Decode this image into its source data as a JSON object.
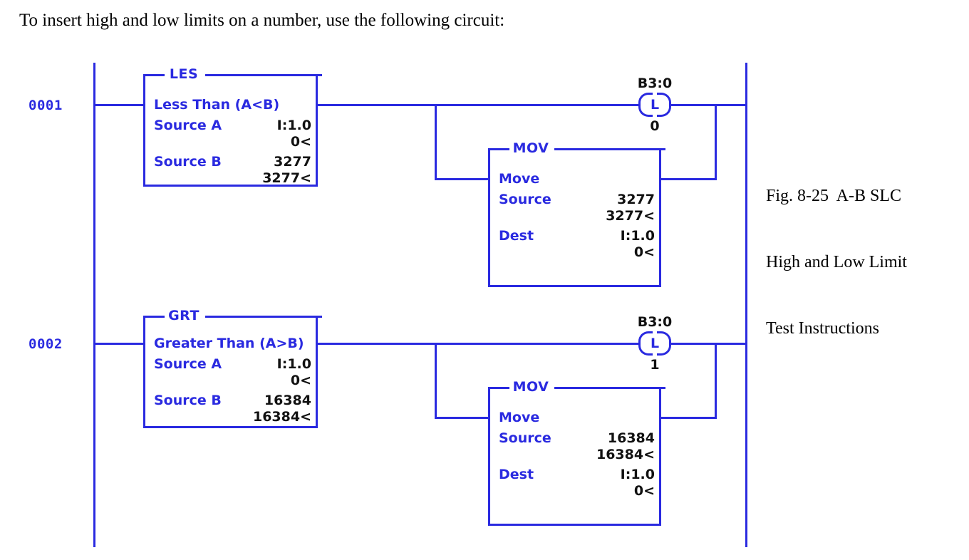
{
  "intro": {
    "text": "To insert high and low limits on a number, use the following circuit:"
  },
  "caption": {
    "line1": "Fig. 8-25  A-B SLC",
    "line2": "High and Low Limit",
    "line3": "Test Instructions"
  },
  "colors": {
    "ladder_blue": "#2a2ae0",
    "value_black": "#111111",
    "text_black": "#000000",
    "background": "#ffffff"
  },
  "ladder": {
    "rungs": [
      {
        "number": "0001",
        "compare": {
          "mnemonic": "LES",
          "description": "Less Than (A<B)",
          "operands": [
            {
              "label": "Source A",
              "value": "I:1.0",
              "live": "0<"
            },
            {
              "label": "Source B",
              "value": "3277",
              "live": "3277<"
            }
          ]
        },
        "branch": {
          "mnemonic": "MOV",
          "description": "Move",
          "operands": [
            {
              "label": "Source",
              "value": "3277",
              "live": "3277<"
            },
            {
              "label": "Dest",
              "value": "I:1.0",
              "live": "0<"
            }
          ]
        },
        "coil": {
          "type": "latch",
          "letter": "L",
          "address": "B3:0",
          "state": "0"
        }
      },
      {
        "number": "0002",
        "compare": {
          "mnemonic": "GRT",
          "description": "Greater Than (A>B)",
          "operands": [
            {
              "label": "Source A",
              "value": "I:1.0",
              "live": "0<"
            },
            {
              "label": "Source B",
              "value": "16384",
              "live": "16384<"
            }
          ]
        },
        "branch": {
          "mnemonic": "MOV",
          "description": "Move",
          "operands": [
            {
              "label": "Source",
              "value": "16384",
              "live": "16384<"
            },
            {
              "label": "Dest",
              "value": "I:1.0",
              "live": "0<"
            }
          ]
        },
        "coil": {
          "type": "latch",
          "letter": "L",
          "address": "B3:0",
          "state": "1"
        }
      }
    ]
  }
}
